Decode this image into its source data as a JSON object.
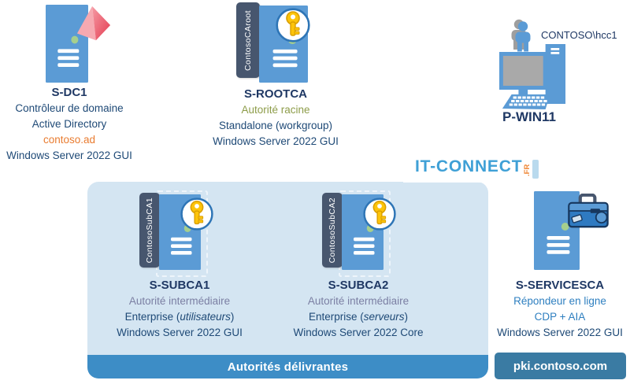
{
  "watermark": {
    "text": "IT-CONNECT",
    "suffix": ".FR"
  },
  "nodes": {
    "dc1": {
      "name": "S-DC1",
      "role1": "Contrôleur de domaine",
      "role2": "Active Directory",
      "domain": "contoso.ad",
      "os": "Windows Server 2022 GUI",
      "icon": "server-with-pyramid-icon"
    },
    "rootca": {
      "tab": "ContosoCAroot",
      "name": "S-ROOTCA",
      "role": "Autorité racine",
      "mode": "Standalone (workgroup)",
      "os": "Windows Server 2022 GUI",
      "icon": "server-with-key-icon"
    },
    "win11": {
      "name": "P-WIN11",
      "user": "CONTOSO\\hcc1",
      "icon": "workstation-with-user-icon"
    },
    "subca1": {
      "tab": "ContosoSubCA1",
      "name": "S-SUBCA1",
      "role": "Autorité intermédiaire",
      "enterprise_prefix": "Enterprise (",
      "enterprise_scope": "utilisateurs",
      "enterprise_suffix": ")",
      "os": "Windows Server 2022 GUI",
      "icon": "server-with-key-icon"
    },
    "subca2": {
      "tab": "ContosoSubCA2",
      "name": "S-SUBCA2",
      "role": "Autorité intermédiaire",
      "enterprise_prefix": "Enterprise (",
      "enterprise_scope": "serveurs",
      "enterprise_suffix": ")",
      "os": "Windows Server 2022 Core",
      "icon": "server-with-key-icon"
    },
    "servicesca": {
      "name": "S-SERVICESCA",
      "role1": "Répondeur en ligne",
      "role2": "CDP + AIA",
      "os": "Windows Server 2022 GUI",
      "icon": "server-with-briefcase-icon"
    }
  },
  "zone": {
    "label": "Autorités délivrantes"
  },
  "badge": {
    "label": "pki.contoso.com"
  },
  "colors": {
    "server_blue": "#5b9bd5",
    "tab_slate": "#47566e",
    "zone_fill": "#d4e5f2",
    "zone_bar_blue": "#3d8dc6",
    "badge_teal": "#3a7ba3",
    "heading_navy": "#1f3864",
    "body_navy": "#1e4976",
    "domain_orange": "#e97c30",
    "root_role_olive": "#8d9c49",
    "intermediate_role_gray": "#7b7fa3",
    "responder_blue": "#2e7fc0",
    "key_gold": "#fdc40a",
    "logo_blue": "#3fa0d6",
    "logo_orange": "#ef8432"
  }
}
